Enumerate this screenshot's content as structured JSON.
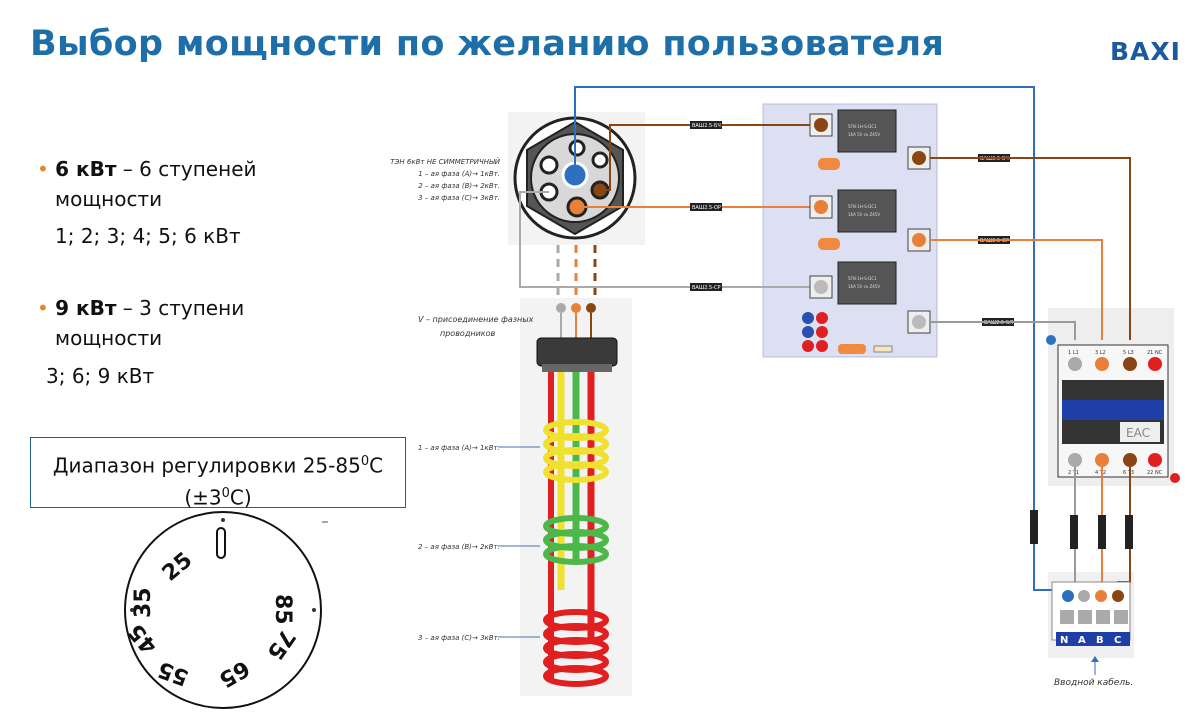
{
  "header": {
    "title": "Выбор мощности по желанию пользователя",
    "logo": "BAXI"
  },
  "options": [
    {
      "power": "6 кВт",
      "dash": " – 6 ступеней",
      "line2": "мощности",
      "steps": "1; 2; 3; 4; 5; 6 кВт"
    },
    {
      "power": "9 кВт",
      "dash": " – 3 ступени",
      "line2": "мощности",
      "steps": "3; 6; 9 кВт"
    }
  ],
  "range": {
    "line1_pre": "Диапазон регулировки 25-85",
    "line1_sup": "0",
    "line1_post": "C",
    "line2_pre": "(±3",
    "line2_sup": "0",
    "line2_post": "C)"
  },
  "dial": {
    "marks": [
      "25",
      "35",
      "45",
      "55",
      "65",
      "75",
      "85"
    ]
  },
  "diagram": {
    "heater_note": [
      "ТЭН 6кВт НЕ СИММЕТРИЧНЫЙ",
      "1 – ая фаза (А)→ 1кВт.",
      "2 – ая фаза (В)→ 2кВт.",
      "3 – ая фаза (С)→ 3кВт."
    ],
    "v_note": [
      "V – присоединение фазных",
      "проводников"
    ],
    "coil_labels": [
      "1 – ая фаза (А)→ 1кВт.",
      "2 – ая фаза (В)→ 2кВт.",
      "3 – ая фаза (С)→ 3кВт."
    ],
    "input_cable": "Вводной кабель.",
    "terminal_labels": [
      "N",
      "A",
      "B",
      "C"
    ],
    "contactor_mark": "EAC",
    "contactor_top": [
      "1 L1",
      "3 L2",
      "5 L3",
      "21 NC"
    ],
    "contactor_bottom": [
      "2 T1",
      "4 T2",
      "6 T3",
      "22 NC"
    ],
    "wire_tags": [
      "ВАШ2.5-БЧ",
      "ВАШ2.5-ОР",
      "ВАШ2.5-СР",
      "ВАШ2.5-БЧ",
      "ВАШ2.5-ОР",
      "ВАШ2.5-БЛ"
    ],
    "relay_text": [
      "5FN-1H-S-DC1",
      "16A 5V ск Z45V"
    ]
  },
  "colors": {
    "title": "#1e6fa8",
    "bullet": "#e08a2a",
    "brown": "#8b4513",
    "orange": "#e8803a",
    "gray": "#9a9a9a",
    "blue": "#2f6fc0",
    "red": "#e02020",
    "yellow": "#f0e030",
    "green": "#4db84a"
  }
}
